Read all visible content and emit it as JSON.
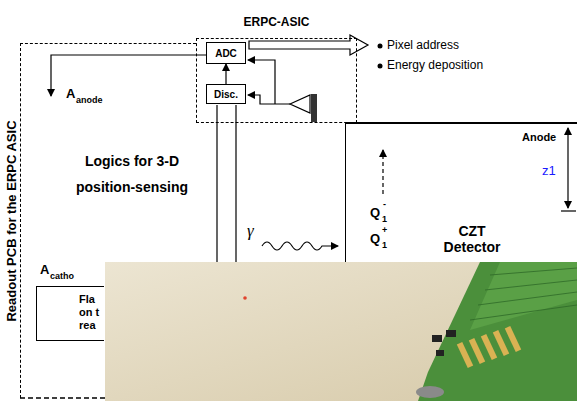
{
  "diagram": {
    "nodes": [
      {
        "text": [
          "Readout PCB for the ERPC ASIC"
        ]
      },
      {
        "text": [
          "ERPC-ASIC"
        ]
      },
      {
        "text": [
          "ADC"
        ],
        "in": 1
      },
      {
        "text": [
          "Disc."
        ],
        "in": 1
      },
      {
        "text": [
          "Fla on t rea"
        ],
        "in": 0
      },
      {
        "text": [
          "Anode",
          "CZT Detector"
        ]
      }
    ],
    "edges": [
      {
        "from": 3,
        "to": 2,
        "arrow": "to"
      }
    ],
    "labels": [
      "Pixel address",
      "Energy deposition",
      "A",
      "anode",
      "Logics for 3-D position-sensing",
      "A",
      "catho",
      "Q",
      "1",
      "-",
      "Q",
      "1",
      "+",
      "z1",
      "γ"
    ]
  }
}
